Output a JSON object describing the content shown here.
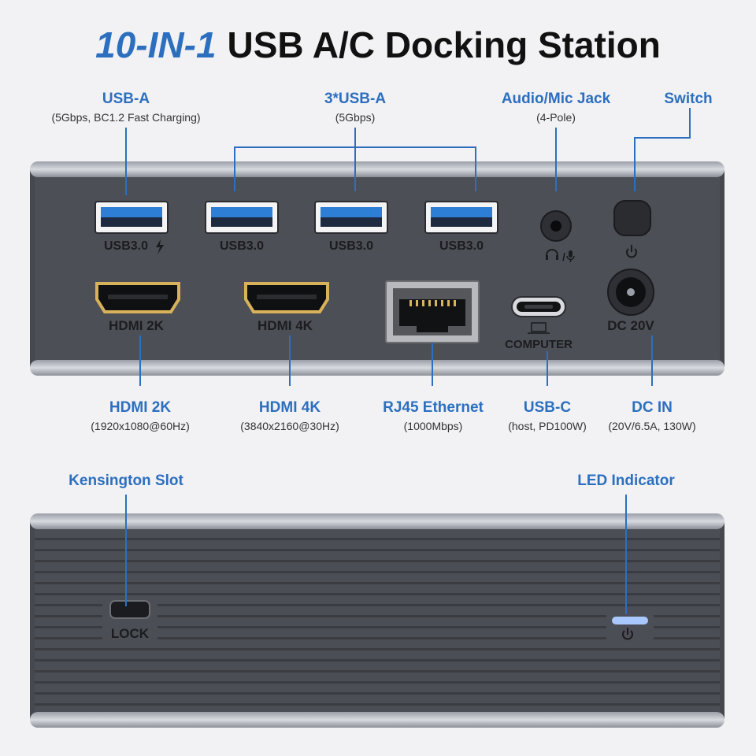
{
  "title": {
    "accent": "10-IN-1",
    "main": "USB A/C Docking Station"
  },
  "callouts": {
    "usb_a": {
      "label": "USB-A",
      "sub": "(5Gbps, BC1.2 Fast Charging)"
    },
    "usb_a3": {
      "label": "3*USB-A",
      "sub": "(5Gbps)"
    },
    "audio": {
      "label": "Audio/Mic Jack",
      "sub": "(4-Pole)"
    },
    "switch": {
      "label": "Switch"
    },
    "hdmi2k": {
      "label": "HDMI 2K",
      "sub": "(1920x1080@60Hz)"
    },
    "hdmi4k": {
      "label": "HDMI 4K",
      "sub": "(3840x2160@30Hz)"
    },
    "rj45": {
      "label": "RJ45 Ethernet",
      "sub": "(1000Mbps)"
    },
    "usbc": {
      "label": "USB-C",
      "sub": "(host, PD100W)"
    },
    "dcin": {
      "label": "DC IN",
      "sub": "(20V/6.5A, 130W)"
    },
    "kensington": {
      "label": "Kensington Slot"
    },
    "led": {
      "label": "LED Indicator"
    }
  },
  "port_text": {
    "usb1": "USB3.0",
    "usb2": "USB3.0",
    "usb3": "USB3.0",
    "usb4": "USB3.0",
    "hdmi2k": "HDMI 2K",
    "hdmi4k": "HDMI 4K",
    "computer": "COMPUTER",
    "dc": "DC 20V",
    "lock": "LOCK"
  },
  "icons": {
    "bolt": "lightning-bolt-icon",
    "headset": "headphone-mic-icon",
    "power": "power-icon"
  },
  "colors": {
    "accent": "#2c6fbf",
    "body": "#4a4d53",
    "usb_blue": "#2d7fd6",
    "hdmi_gold": "#d8b25a",
    "led": "#a9c8ff"
  }
}
